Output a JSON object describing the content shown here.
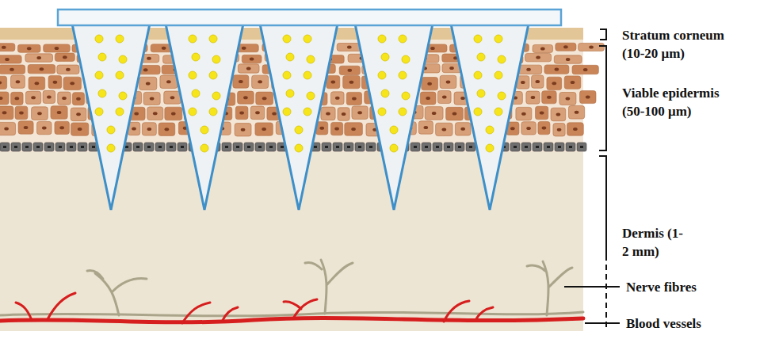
{
  "diagram": {
    "labels": [
      "Stratum corneum (10-20 μm)",
      "Viable epidermis (50-100 μm)",
      "Dermis (1-2 mm)",
      "Nerve fibres",
      "Blood vessels"
    ]
  }
}
